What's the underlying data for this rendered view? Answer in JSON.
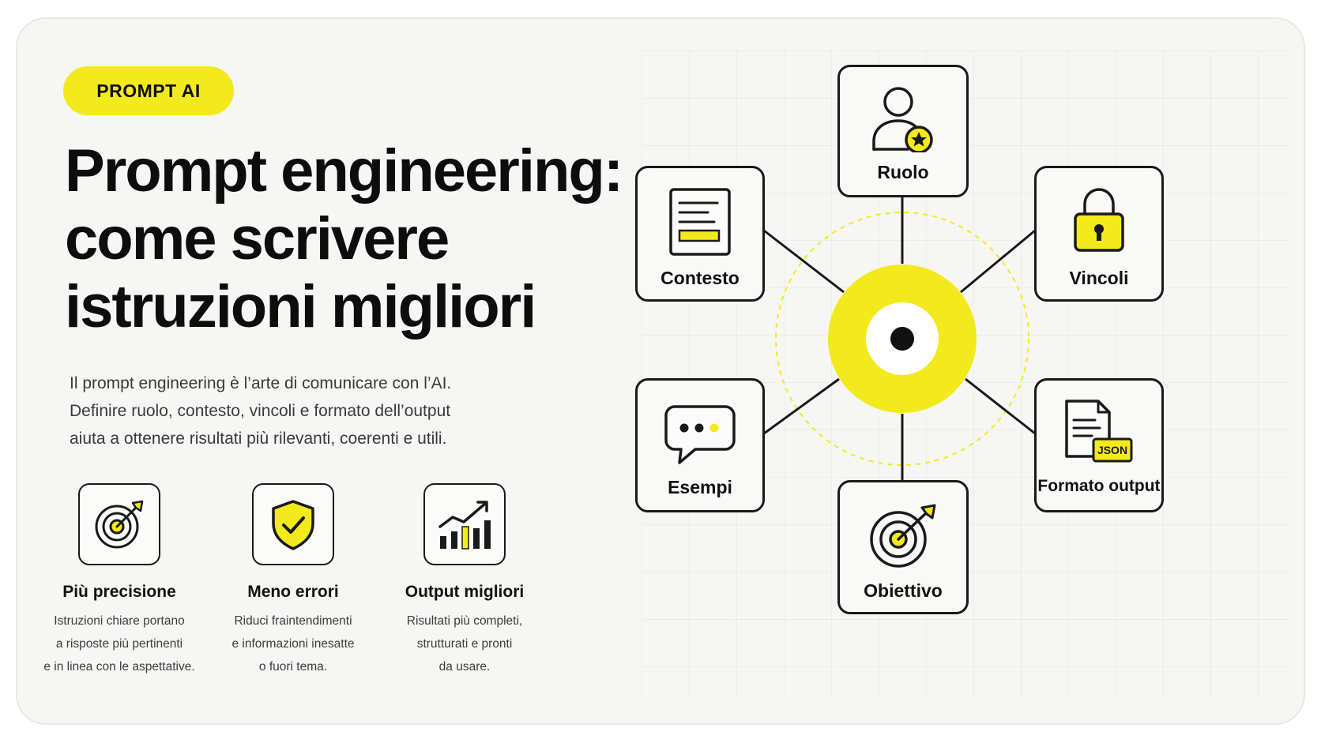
{
  "colors": {
    "accent": "#f2ea1d",
    "ink": "#111111",
    "card_bg": "#f6f6f4"
  },
  "badge": {
    "label": "PROMPT AI"
  },
  "title": {
    "line1": "Prompt engineering:",
    "line2": "come scrivere",
    "line3": "istruzioni migliori"
  },
  "description": {
    "line1": "Il prompt engineering è l’arte di comunicare con l’AI.",
    "line2": "Definire ruolo, contesto, vincoli e formato dell’output",
    "line3": "aiuta a ottenere risultati più rilevanti, coerenti e utili."
  },
  "benefits": [
    {
      "icon": "target-icon",
      "title": "Più precisione",
      "lines": [
        "Istruzioni chiare portano",
        "a risposte più pertinenti",
        "e in linea con le aspettative."
      ]
    },
    {
      "icon": "shield-check-icon",
      "title": "Meno errori",
      "lines": [
        "Riduci fraintendimenti",
        "e informazioni inesatte",
        "o fuori tema."
      ]
    },
    {
      "icon": "growth-chart-icon",
      "title": "Output migliori",
      "lines": [
        "Risultati più completi,",
        "strutturati e pronti",
        "da usare."
      ]
    }
  ],
  "diagram": {
    "center_icon": "target-core-icon",
    "nodes": [
      {
        "id": "ruolo",
        "label": "Ruolo",
        "icon": "user-star-icon"
      },
      {
        "id": "contesto",
        "label": "Contesto",
        "icon": "document-icon"
      },
      {
        "id": "vincoli",
        "label": "Vincoli",
        "icon": "padlock-icon"
      },
      {
        "id": "esempi",
        "label": "Esempi",
        "icon": "chat-bubble-icon"
      },
      {
        "id": "formato",
        "label": "Formato output",
        "icon": "json-file-icon",
        "tag": "JSON"
      },
      {
        "id": "obiettivo",
        "label": "Obiettivo",
        "icon": "target-icon"
      }
    ]
  }
}
